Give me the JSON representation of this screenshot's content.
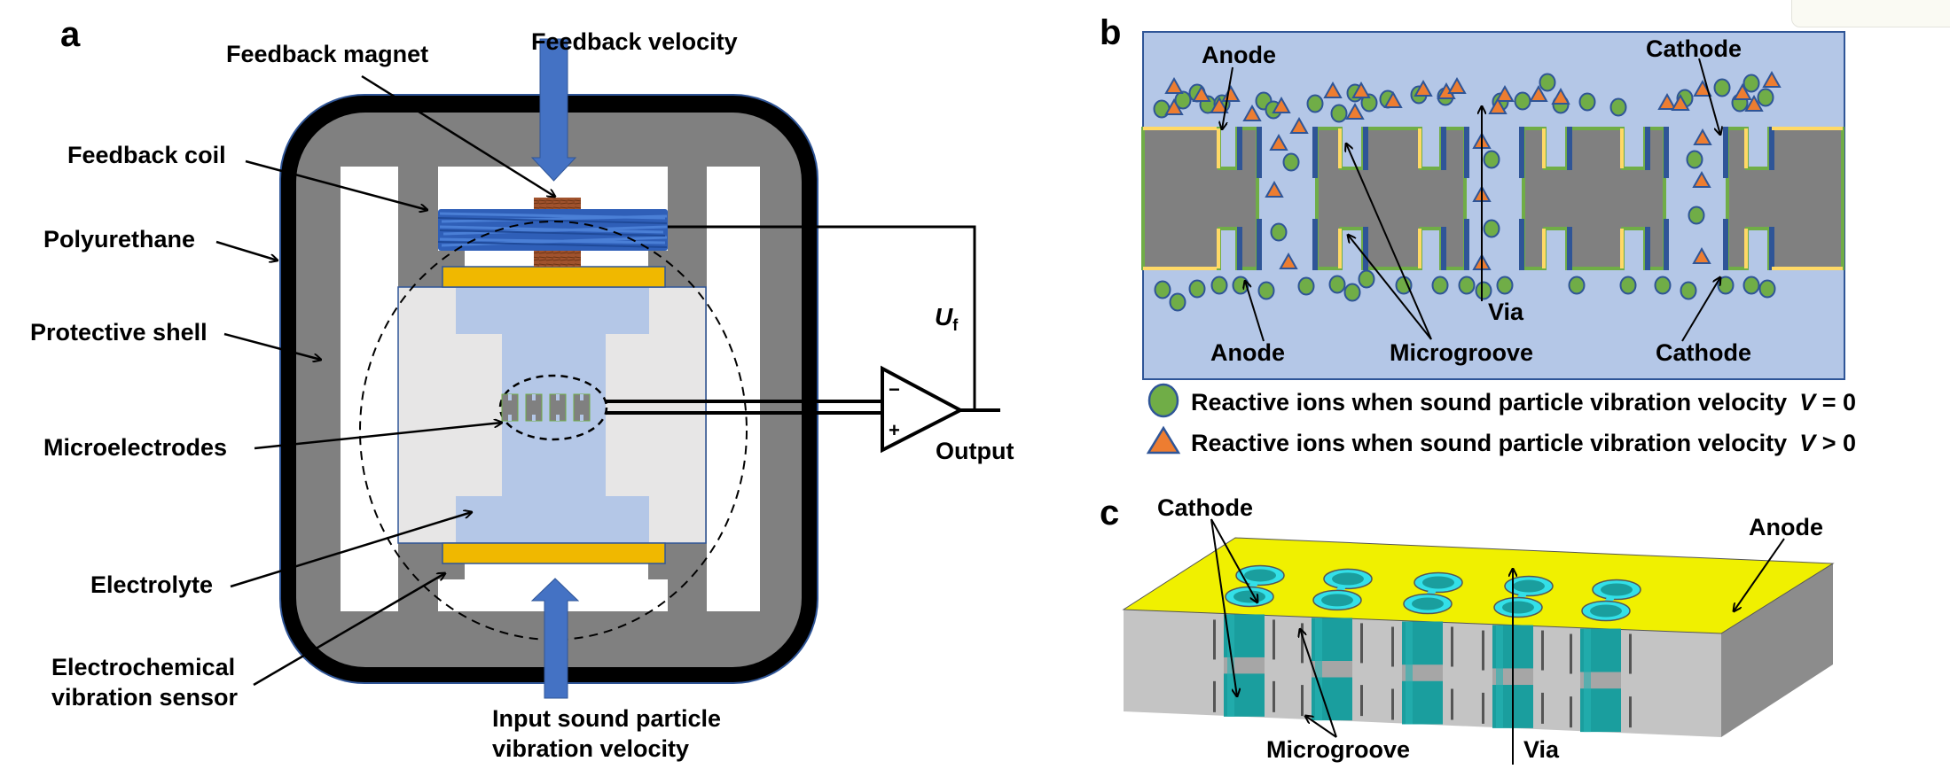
{
  "panels": {
    "a": {
      "letter": "a",
      "labels": {
        "feedback_magnet": "Feedback magnet",
        "feedback_velocity": "Feedback velocity",
        "feedback_coil": "Feedback coil",
        "polyurethane": "Polyurethane",
        "protective_shell": "Protective shell",
        "microelectrodes": "Microelectrodes",
        "electrolyte": "Electrolyte",
        "sensor_line1": "Electrochemical",
        "sensor_line2": "vibration sensor",
        "input_line1": "Input sound particle",
        "input_line2": "vibration velocity",
        "uf_main": "U",
        "uf_sub": "f",
        "output": "Output",
        "amp_minus": "−",
        "amp_plus": "+"
      }
    },
    "b": {
      "letter": "b",
      "labels": {
        "anode_top": "Anode",
        "cathode_top": "Cathode",
        "anode_bottom": "Anode",
        "microgroove": "Microgroove",
        "cathode_bottom": "Cathode",
        "via": "Via"
      },
      "legend": [
        {
          "marker": "green-circle",
          "text": "Reactive ions when sound particle vibration velocity",
          "condition_var": "V",
          "condition": " = 0"
        },
        {
          "marker": "orange-triangle",
          "text": "Reactive ions when sound particle vibration velocity",
          "condition_var": "V",
          "condition": " > 0"
        }
      ]
    },
    "c": {
      "letter": "c",
      "labels": {
        "cathode": "Cathode",
        "anode": "Anode",
        "microgroove": "Microgroove",
        "via": "Via"
      }
    }
  },
  "colors": {
    "shell_black": "#000000",
    "shell_outline": "#2f5597",
    "polyurethane_grey": "#808080",
    "electrolyte_blue": "#b4c7e7",
    "sensor_body": "#e7e6e6",
    "gold_plate": "#f0b800",
    "arrow_blue": "#4472c4",
    "coil_blue": "#2f5fb8",
    "magnet_brown": "#a0522d",
    "ion_green": "#70ad47",
    "ion_orange": "#ed7d31",
    "cathode_blue": "#2f5597",
    "anode_yellow": "#ffd966",
    "anode_face_yellow": "#f0f000",
    "via_teal": "#1a9e9e",
    "ring_cyan": "#33e0e8",
    "block_grey": "#c0c0c0"
  }
}
